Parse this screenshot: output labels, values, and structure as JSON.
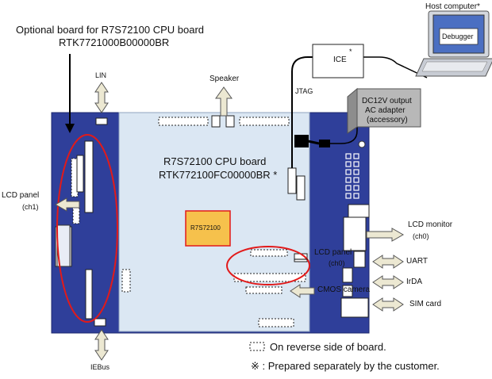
{
  "diagram": {
    "optional_board": {
      "line1": "Optional board for R7S72100 CPU board",
      "line2": "RTK7721000B00000BR"
    },
    "cpu_board": {
      "line1": "R7S72100 CPU board",
      "line2": "RTK772100FC00000BR *"
    },
    "chip_label": "R7S72100",
    "host_computer": "Host computer*",
    "debugger": "Debugger",
    "ice": "ICE",
    "ice_star": "*",
    "jtag": "JTAG",
    "adapter": {
      "line1": "DC12V output",
      "line2": "AC adapter",
      "line3": "(accessory)"
    },
    "lin": "LIN",
    "speaker": "Speaker",
    "iebus": "IEBus",
    "lcd_panel_ch1": {
      "line1": "LCD panel",
      "line2": "(ch1)"
    },
    "lcd_panel_ch0": {
      "line1": "LCD panel",
      "line2": "(ch0)"
    },
    "lcd_monitor": {
      "line1": "LCD monitor",
      "line2": "(ch0)"
    },
    "uart": "UART",
    "irda": "IrDA",
    "cmos_camera": "CMOS camera",
    "sim_card": "SIM card",
    "legend_reverse": "On reverse side of board.",
    "legend_customer": "※ :  Prepared separately by the customer.",
    "colors": {
      "main_board": "#2f3f9a",
      "cpu_board": "#dbe7f3",
      "chip": "#f6c14c",
      "chip_border": "#e21a1a",
      "ellipse": "#e21a1a",
      "arrow": "#ece8d2"
    }
  }
}
